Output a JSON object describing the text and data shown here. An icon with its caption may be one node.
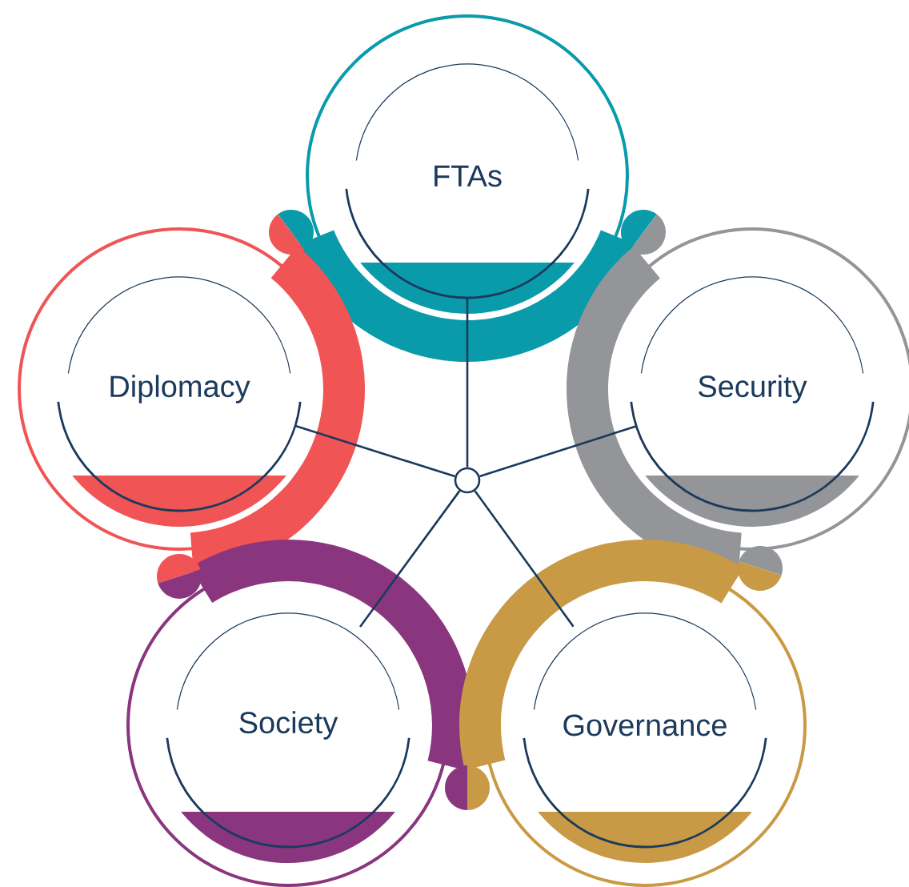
{
  "diagram": {
    "nodes": [
      {
        "text": [
          "FTAs"
        ]
      },
      {
        "text": [
          "Diplomacy"
        ]
      },
      {
        "text": [
          "Security"
        ]
      },
      {
        "text": [
          "Society"
        ]
      },
      {
        "text": [
          "Governance"
        ]
      },
      {
        "text": [],
        "shape": "circle"
      }
    ],
    "edges": [
      {
        "from": 5,
        "to": 0,
        "arrow": "none"
      },
      {
        "from": 5,
        "to": 1,
        "arrow": "none"
      },
      {
        "from": 5,
        "to": 2,
        "arrow": "none"
      },
      {
        "from": 5,
        "to": 3,
        "arrow": "none"
      },
      {
        "from": 5,
        "to": 4,
        "arrow": "none"
      }
    ]
  }
}
